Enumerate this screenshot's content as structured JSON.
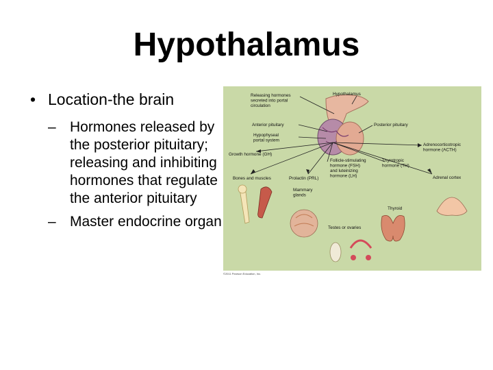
{
  "slide": {
    "title": "Hypothalamus",
    "bullet_main": "Location-the brain",
    "sub_bullets": [
      "Hormones released by the posterior pituitary; releasing and inhibiting hormones that regulate the anterior pituitary",
      "Master endocrine organ"
    ]
  },
  "figure": {
    "labels": {
      "releasing": "Releasing hormones secreted into portal circulation",
      "hypothalamus": "Hypothalamus",
      "anterior": "Anterior pituitary",
      "posterior": "Posterior pituitary",
      "portal": "Hypophyseal portal system",
      "gh": "Growth hormone (GH)",
      "acth": "Adrenocorticotropic hormone (ACTH)",
      "bones": "Bones and muscles",
      "prl": "Prolactin (PRL)",
      "fsh": "Follicle-stimulating hormone (FSH) and luteinizing hormone (LH)",
      "tsh": "Thyrotropic hormone (TH)",
      "adrenal": "Adrenal cortex",
      "mammary": "Mammary glands",
      "thyroid": "Thyroid",
      "testes": "Testes or ovaries"
    },
    "credit": "©2011 Pearson Education, Inc.",
    "background_color": "#c9d9a7"
  }
}
